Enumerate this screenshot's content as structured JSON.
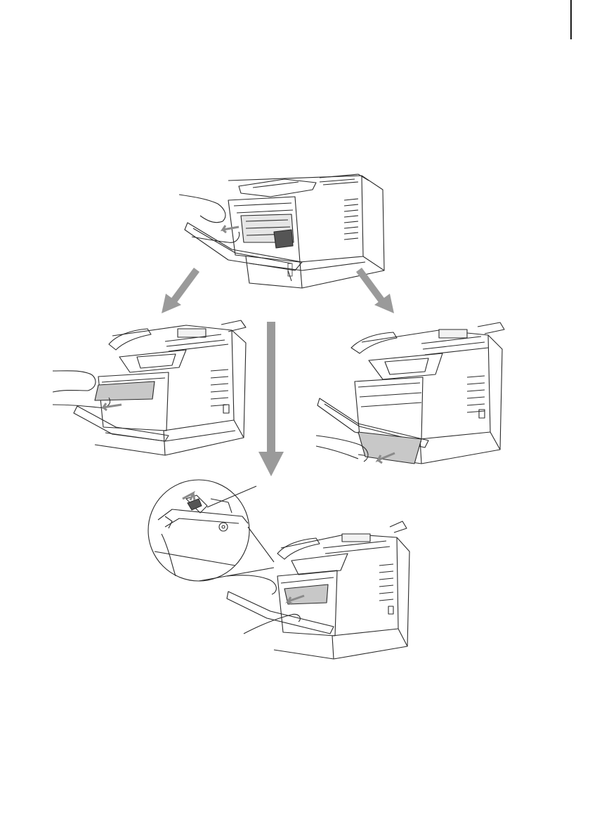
{
  "document": {
    "type": "manual-illustration",
    "subject": "paper-jam-removal-steps"
  },
  "figure": {
    "panels": [
      {
        "id": "top",
        "icon": "drum-unit-removal-illustration"
      },
      {
        "id": "left",
        "icon": "jam-removal-from-front-illustration"
      },
      {
        "id": "right",
        "icon": "jam-removal-from-tray-illustration"
      },
      {
        "id": "bottom",
        "icon": "jam-removal-with-lever-closeup-illustration"
      }
    ],
    "arrows": [
      {
        "id": "arrow-to-left",
        "icon": "arrow-down-left-icon"
      },
      {
        "id": "arrow-to-right",
        "icon": "arrow-down-right-icon"
      },
      {
        "id": "arrow-to-bottom",
        "icon": "arrow-down-icon"
      }
    ],
    "colors": {
      "arrow": "#9a9a9a",
      "line": "#2a2a2a",
      "paper": "#c8c8c8",
      "accent_gray": "#8a8a8a"
    }
  }
}
